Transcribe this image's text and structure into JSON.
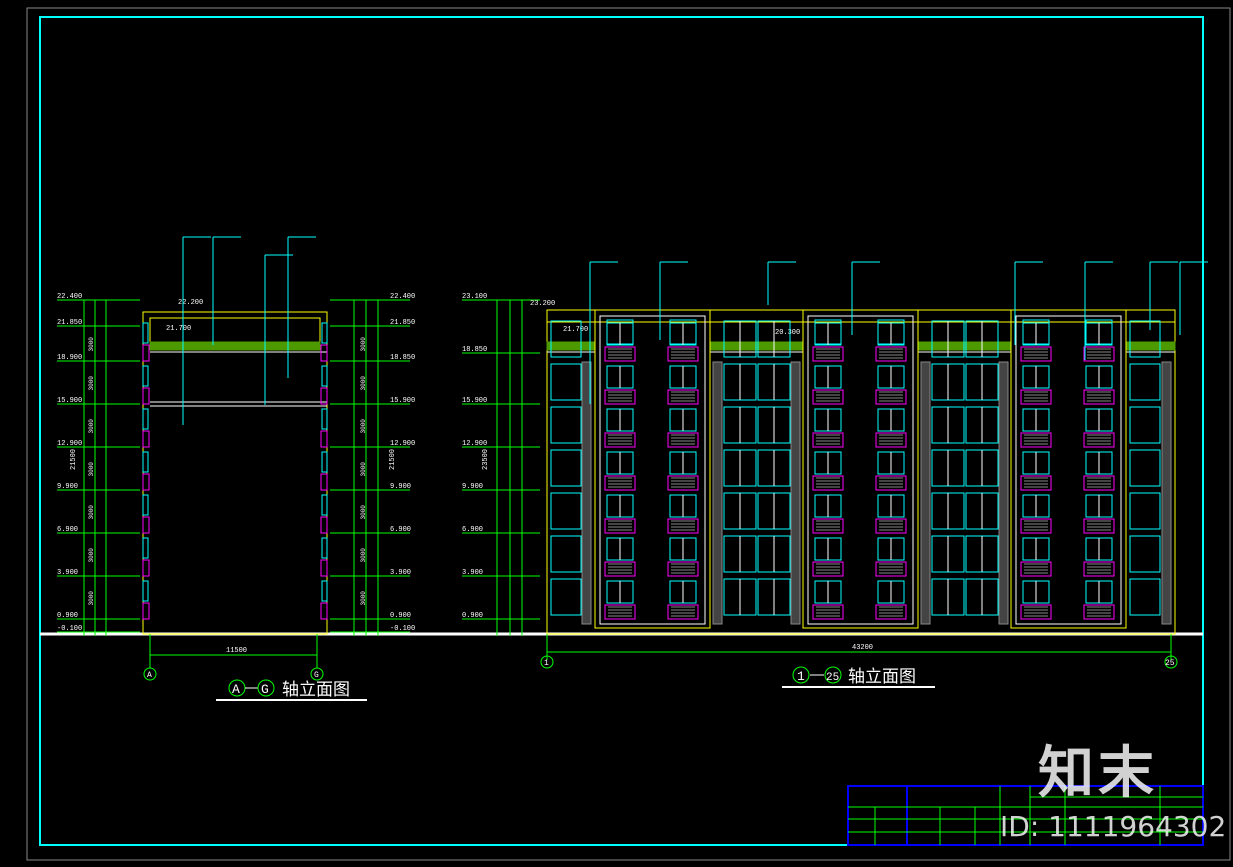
{
  "colors": {
    "frame": "#00ffff",
    "dim": "#00ff00",
    "outline": "#ffff00",
    "window": "#00ffff",
    "balcony": "#ff00ff",
    "railing": "#4c9900",
    "text": "#ffffff",
    "titleblock": "#0000ff"
  },
  "left_view": {
    "title_axis_start": "A",
    "title_axis_end": "G",
    "title_text": "轴立面图",
    "width_dim": "11500",
    "levels_left": [
      "22.400",
      "21.850",
      "18.900",
      "15.900",
      "12.900",
      "9.900",
      "6.900",
      "3.900",
      "0.900",
      "-0.100"
    ],
    "levels_right": [
      "22.400",
      "21.850",
      "18.850",
      "15.900",
      "12.900",
      "9.900",
      "6.900",
      "3.900",
      "0.900",
      "-0.100"
    ],
    "roof_marks": [
      "22.200",
      "21.700"
    ],
    "total_dim": "21500",
    "floor_dim": "3000"
  },
  "right_view": {
    "title_axis_start": "1",
    "title_axis_end": "25",
    "title_text": "轴立面图",
    "width_dim": "43200",
    "levels": [
      "23.100",
      "18.850",
      "15.900",
      "12.900",
      "9.900",
      "6.900",
      "3.900",
      "0.900"
    ],
    "levels_right": [
      "23.100",
      "18.850",
      "15.900",
      "12.900",
      "9.900",
      "6.900",
      "3.900",
      "0.900"
    ],
    "roof_marks": [
      "23.200",
      "21.700",
      "20.300"
    ],
    "total_dim": "23500"
  },
  "watermark": {
    "logo": "知末",
    "id": "ID: 1111964302"
  }
}
